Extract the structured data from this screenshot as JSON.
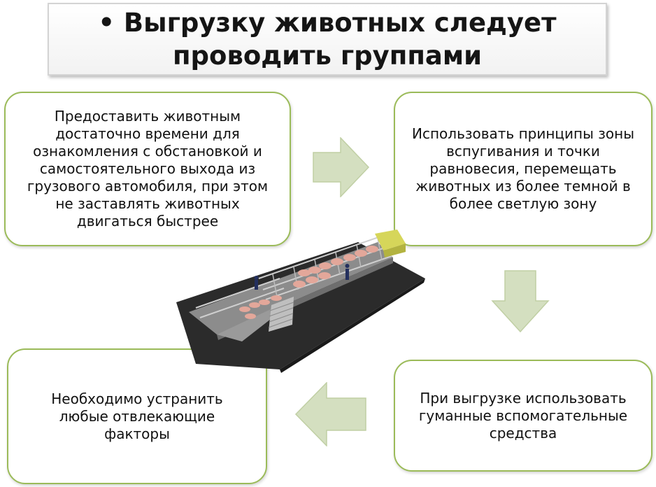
{
  "title": "• Выгрузку животных следует проводить группами",
  "steps": [
    {
      "text": "Предоставить животным достаточно времени для ознакомления с обстановкой и самостоятельного выхода из грузового автомобиля, при этом не заставлять животных двигаться быстрее"
    },
    {
      "text": "Использовать принципы зоны вспугивания и точки равновесия, перемещать животных из более темной в более светлую зону"
    },
    {
      "text": "При выгрузке использовать гуманные вспомогательные средства"
    },
    {
      "text": "Необходимо устранить любые отвлекающие факторы"
    }
  ],
  "colors": {
    "card_border": "#9bbb59",
    "arrow_fill": "#d4dfc0",
    "arrow_stroke": "#c0cfa4"
  }
}
